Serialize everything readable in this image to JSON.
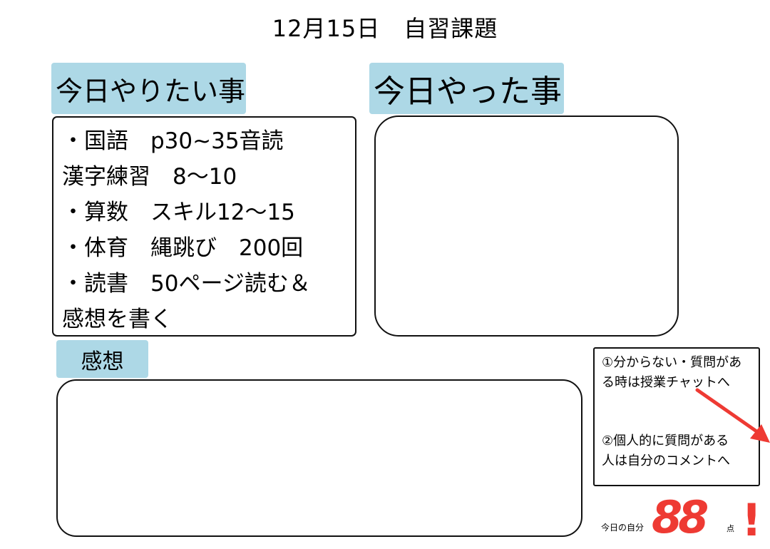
{
  "title": "12月15日　自習課題",
  "sections": {
    "want": {
      "label": "今日やりたい事",
      "lines": [
        "・国語　p30~35音読",
        "漢字練習　8〜10",
        "・算数　スキル12〜15",
        "・体育　縄跳び　200回",
        "・読書　50ページ読む＆",
        "感想を書く"
      ]
    },
    "done": {
      "label": "今日やった事",
      "content": ""
    },
    "thoughts": {
      "label": "感想",
      "content": ""
    }
  },
  "notes": {
    "lines": [
      "①分からない・質問があ",
      "る時は授業チャットへ",
      "",
      "②個人的に質問がある",
      "人は自分のコメントへ"
    ]
  },
  "self_score": {
    "label": "今日の自分",
    "value": "88",
    "exclamation": "!",
    "unit": "点"
  },
  "colors": {
    "label_bg": "#add8e6",
    "annotation_red": "#ee3a33"
  },
  "icons": {
    "arrow": "red-arrow-icon"
  }
}
